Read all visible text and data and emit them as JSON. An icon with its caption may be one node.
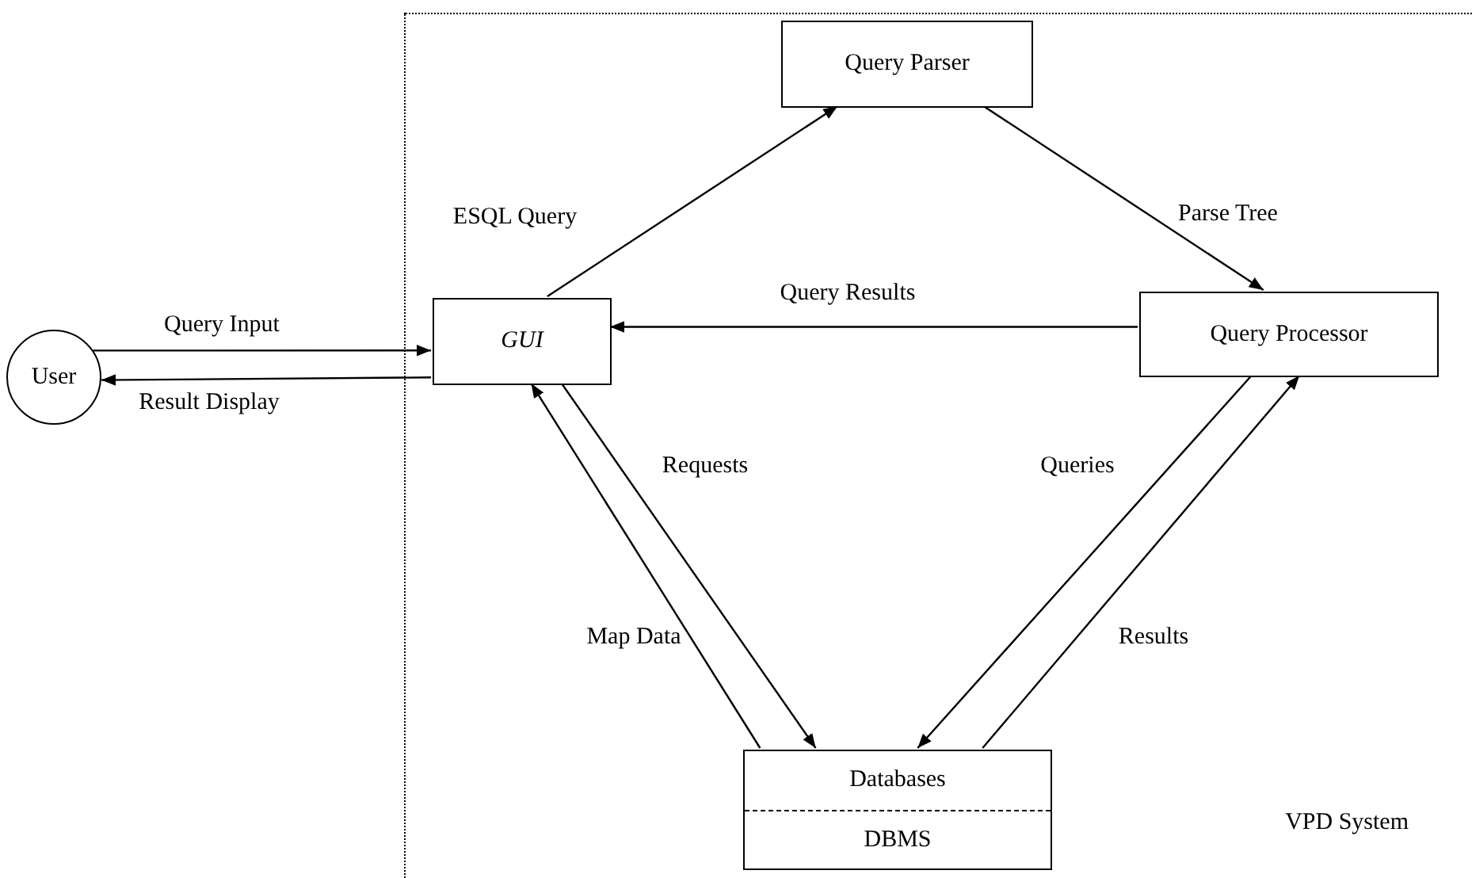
{
  "diagram": {
    "nodes": [
      {
        "text": [
          "VPD System"
        ]
      },
      {
        "text": [
          "Query Parser"
        ],
        "in": 0
      },
      {
        "text": [
          "User"
        ]
      },
      {
        "text": [
          "GUI"
        ],
        "in": 0
      },
      {
        "text": [
          "Query Processor"
        ],
        "in": 0
      },
      {
        "text": [
          "Databases",
          "DBMS"
        ],
        "in": 0
      }
    ],
    "edges": [
      {
        "from": 2,
        "to": 3,
        "arrow": "to",
        "label": "Query Input"
      },
      {
        "from": 3,
        "to": 2,
        "arrow": "to",
        "label": "Result Display"
      },
      {
        "from": 3,
        "to": 1,
        "arrow": "to",
        "label": "ESQL Query"
      },
      {
        "from": 1,
        "to": 4,
        "arrow": "to",
        "label": "Parse Tree"
      },
      {
        "from": 4,
        "to": 3,
        "arrow": "to",
        "label": "Query Results"
      },
      {
        "from": 3,
        "to": 5,
        "arrow": "to",
        "label": "Requests"
      },
      {
        "from": 5,
        "to": 3,
        "arrow": "to",
        "label": "Map Data"
      },
      {
        "from": 4,
        "to": 5,
        "arrow": "to",
        "label": "Queries"
      },
      {
        "from": 5,
        "to": 4,
        "arrow": "to",
        "label": "Results"
      }
    ]
  }
}
